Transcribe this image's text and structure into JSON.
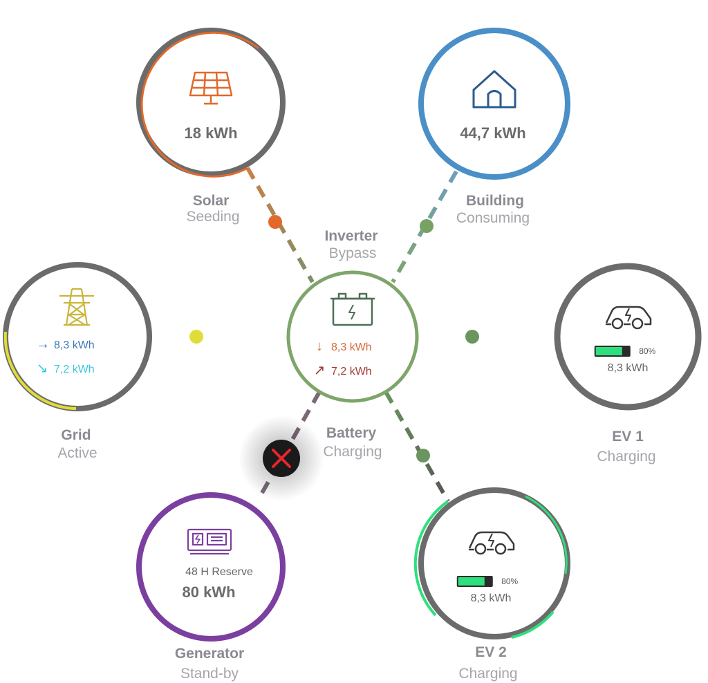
{
  "colors": {
    "solar": "#e2692a",
    "building": "#4a8fc7",
    "grid": "#e0dd3a",
    "generator": "#7b3fa0",
    "ev_charge": "#2ee07d",
    "inverter": "#7ea56a",
    "ring_gray": "#6b6b6b",
    "label_gray": "#8a8a92"
  },
  "nodes": {
    "solar": {
      "value": "18 kWh",
      "title": "Solar",
      "status": "Seeding",
      "icon": "solar-panel-icon"
    },
    "building": {
      "value": "44,7 kWh",
      "title": "Building",
      "status": "Consuming",
      "icon": "house-icon"
    },
    "inverter": {
      "title": "Inverter",
      "status": "Bypass",
      "icon": "battery-icon",
      "flow_in": {
        "arrow": "↓",
        "value": "8,3 kWh"
      },
      "flow_out": {
        "arrow": "↗",
        "value": "7,2 kWh"
      }
    },
    "battery": {
      "title": "Battery",
      "status": "Charging"
    },
    "grid": {
      "title": "Grid",
      "status": "Active",
      "icon": "power-tower-icon",
      "flow_in": {
        "arrow": "→",
        "value": "8,3 kWh"
      },
      "flow_out": {
        "arrow": "↘",
        "value": "7,2 kWh"
      }
    },
    "ev1": {
      "title": "EV 1",
      "status": "Charging",
      "icon": "car-icon",
      "percent": "80%",
      "charge_level": 0.8,
      "value": "8,3 kWh"
    },
    "ev2": {
      "title": "EV 2",
      "status": "Charging",
      "icon": "car-icon",
      "percent": "80%",
      "charge_level": 0.8,
      "value": "8,3 kWh"
    },
    "generator": {
      "title": "Generator",
      "status": "Stand-by",
      "icon": "generator-icon",
      "reserve": "48 H Reserve",
      "value": "80 kWh",
      "disconnected_icon": "close-icon"
    }
  }
}
